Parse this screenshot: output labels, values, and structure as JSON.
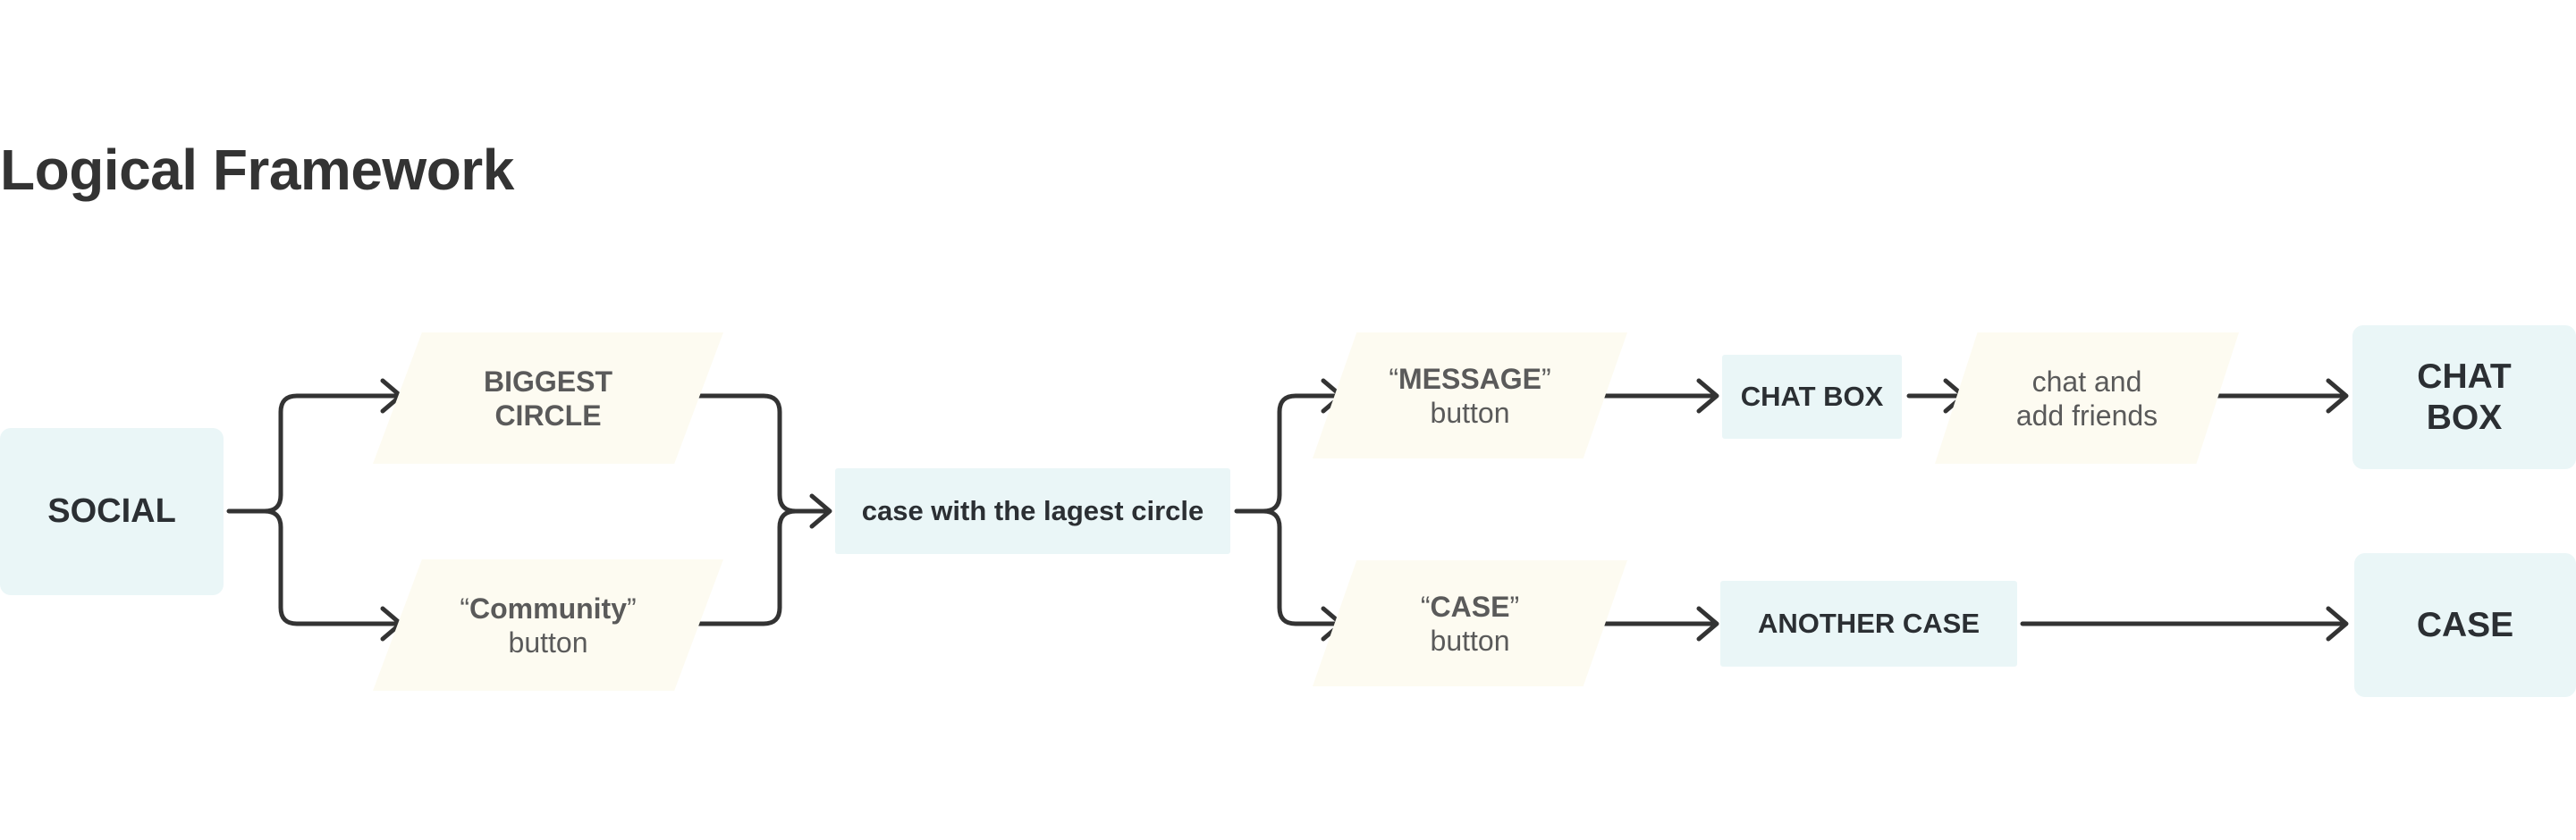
{
  "title": "Logical Framework",
  "nodes": {
    "social": "SOCIAL",
    "biggest_circle": {
      "line1": "BIGGEST",
      "line2": "CIRCLE"
    },
    "community_button": {
      "quote_open": "“",
      "name": "Community",
      "quote_close": "”",
      "line2": "button"
    },
    "case_largest_circle": "case with the lagest circle",
    "message_button": {
      "quote_open": "“",
      "name": "MESSAGE",
      "quote_close": "”",
      "line2": "button"
    },
    "case_button": {
      "quote_open": "“",
      "name": "CASE",
      "quote_close": "”",
      "line2": "button"
    },
    "chat_box_mid": "CHAT BOX",
    "chat_add_friends": {
      "line1": "chat and",
      "line2": "add friends"
    },
    "another_case": "ANOTHER CASE",
    "chat_box_final": {
      "line1": "CHAT",
      "line2": "BOX"
    },
    "case_final": "CASE"
  },
  "colors": {
    "process_box_fill": "#eaf6f7",
    "io_shape_fill": "#fdfbf1",
    "connector_stroke": "#333333",
    "text_dark": "#2b2f33",
    "text_muted": "#5a5a5a"
  }
}
